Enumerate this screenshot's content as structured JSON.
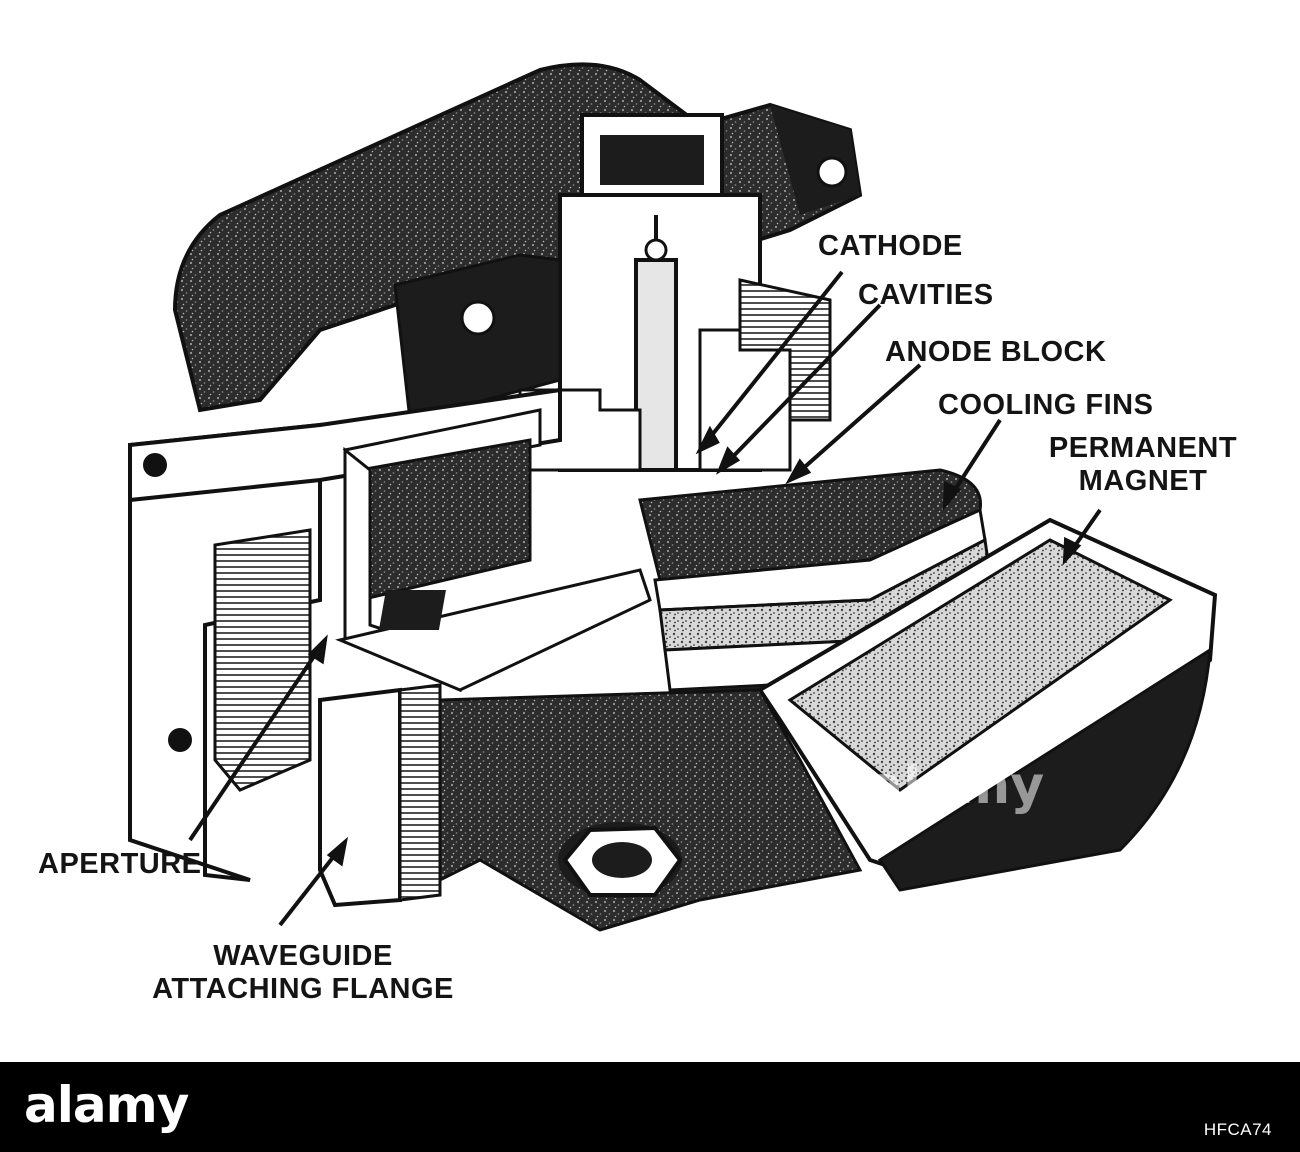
{
  "labels": {
    "cathode": "CATHODE",
    "cavities": "CAVITIES",
    "anode_block": "ANODE BLOCK",
    "cooling_fins": "COOLING FINS",
    "permanent_magnet_line1": "PERMANENT",
    "permanent_magnet_line2": "MAGNET",
    "aperture": "APERTURE",
    "waveguide_line1": "WAVEGUIDE",
    "waveguide_line2": "ATTACHING FLANGE"
  },
  "footer": {
    "brand": "alamy",
    "image_id": "HFCA74",
    "watermark": "alamy"
  },
  "colors": {
    "ink": "#141414",
    "stipple": "#3a3a3a",
    "paper": "#ffffff",
    "footer_bg": "#000000"
  }
}
